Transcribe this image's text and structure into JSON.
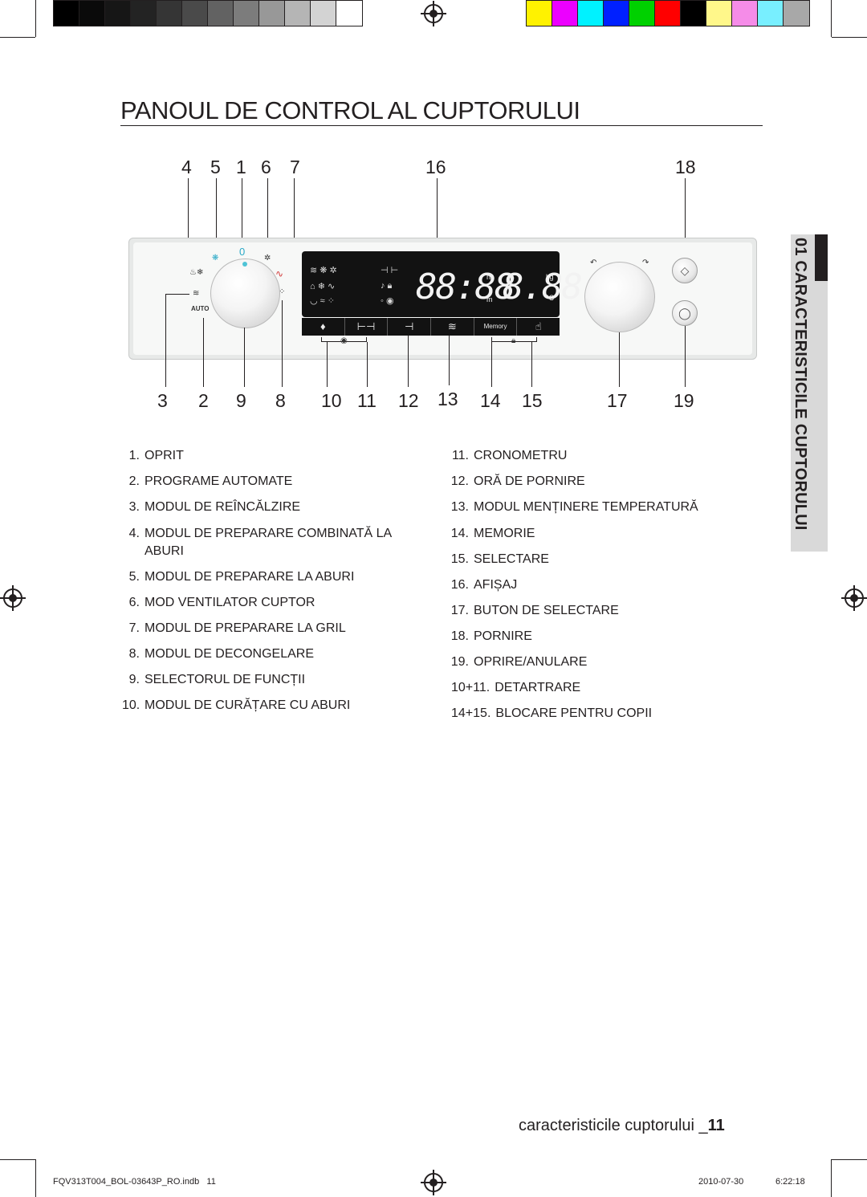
{
  "print_marks": {
    "gray_swatches": [
      "#000000",
      "#0a0a0a",
      "#161616",
      "#232323",
      "#353535",
      "#4a4a4a",
      "#626262",
      "#7c7c7c",
      "#989898",
      "#b5b5b5",
      "#d3d3d3",
      "#ffffff"
    ],
    "color_swatches": [
      "#fff200",
      "#ec00ff",
      "#00f2ff",
      "#0020ff",
      "#00d100",
      "#ff0000",
      "#000000",
      "#fff78a",
      "#f58ce8",
      "#78efff",
      "#a8a8a8"
    ]
  },
  "page": {
    "title": "PANOUL DE CONTROL AL CUPTORULUI",
    "side_tab": "01 CARACTERISTICILE CUPTORULUI",
    "footer_label": "caracteristicile cuptorului _",
    "page_number": "11",
    "imprint_file": "FQV313T004_BOL-03643P_RO.indb   11",
    "imprint_date": "2010-07-30",
    "imprint_time": "6:22:18"
  },
  "callouts": {
    "top": [
      "4",
      "5",
      "1",
      "6",
      "7",
      "16",
      "18"
    ],
    "bottom": [
      "3",
      "2",
      "9",
      "8",
      "10",
      "11",
      "12",
      "13",
      "14",
      "15",
      "17",
      "19"
    ]
  },
  "panel": {
    "auto_label": "AUTO",
    "display_time": "88:88",
    "display_weight": "8.88",
    "unit_h": "h",
    "unit_m": "m",
    "unit_kg": "kg",
    "unit_c": "°C",
    "memory_label": "Memory"
  },
  "legend_left": [
    {
      "n": "1.",
      "t": "OPRIT"
    },
    {
      "n": "2.",
      "t": "PROGRAME AUTOMATE"
    },
    {
      "n": "3.",
      "t": "MODUL DE REÎNCĂLZIRE"
    },
    {
      "n": "4.",
      "t": "MODUL DE PREPARARE COMBINATĂ LA"
    },
    {
      "n": "",
      "t": "ABURI"
    },
    {
      "n": "5.",
      "t": "MODUL DE PREPARARE LA ABURI"
    },
    {
      "n": "6.",
      "t": "MOD VENTILATOR CUPTOR"
    },
    {
      "n": "7.",
      "t": "MODUL DE PREPARARE LA GRIL"
    },
    {
      "n": "8.",
      "t": "MODUL DE DECONGELARE"
    },
    {
      "n": "9.",
      "t": "SELECTORUL DE FUNCȚII"
    },
    {
      "n": "10.",
      "t": "MODUL DE CURĂȚARE CU ABURI"
    }
  ],
  "legend_right": [
    {
      "n": "11.",
      "t": "CRONOMETRU"
    },
    {
      "n": "12.",
      "t": "ORĂ DE PORNIRE"
    },
    {
      "n": "13.",
      "t": "MODUL MENȚINERE TEMPERATURĂ"
    },
    {
      "n": "14.",
      "t": "MEMORIE"
    },
    {
      "n": "15.",
      "t": "SELECTARE"
    },
    {
      "n": "16.",
      "t": "AFIȘAJ"
    },
    {
      "n": "17.",
      "t": "BUTON DE SELECTARE"
    },
    {
      "n": "18.",
      "t": "PORNIRE"
    },
    {
      "n": "19.",
      "t": "OPRIRE/ANULARE"
    },
    {
      "n": "10+11.",
      "t": "DETARTRARE"
    },
    {
      "n": "14+15.",
      "t": "BLOCARE PENTRU COPII"
    }
  ]
}
